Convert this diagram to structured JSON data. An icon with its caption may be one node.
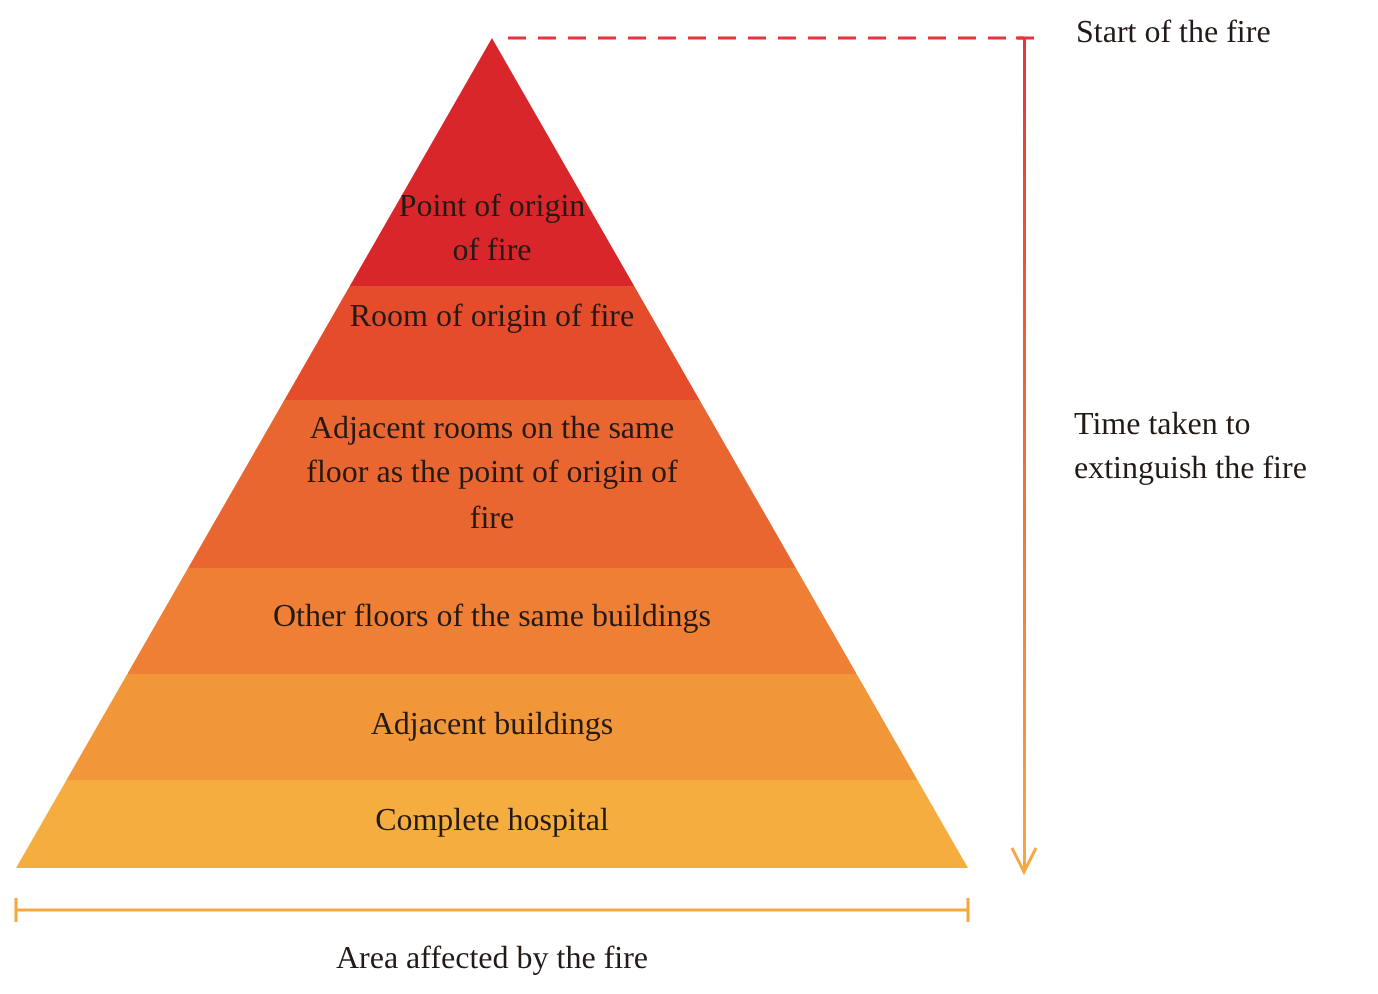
{
  "diagram": {
    "nodes": [
      {
        "text": [
          "Point of origin of fire"
        ]
      },
      {
        "text": [
          "Room of origin of fire"
        ]
      },
      {
        "text": [
          "Adjacent rooms on the same floor as the point of origin of fire"
        ]
      },
      {
        "text": [
          "Other floors of the same buildings"
        ]
      },
      {
        "text": [
          "Adjacent buildings"
        ]
      },
      {
        "text": [
          "Complete hospital"
        ]
      }
    ],
    "labels": [
      "Start of the fire",
      "Time taken to extinguish the fire",
      "Area affected by the fire"
    ]
  }
}
